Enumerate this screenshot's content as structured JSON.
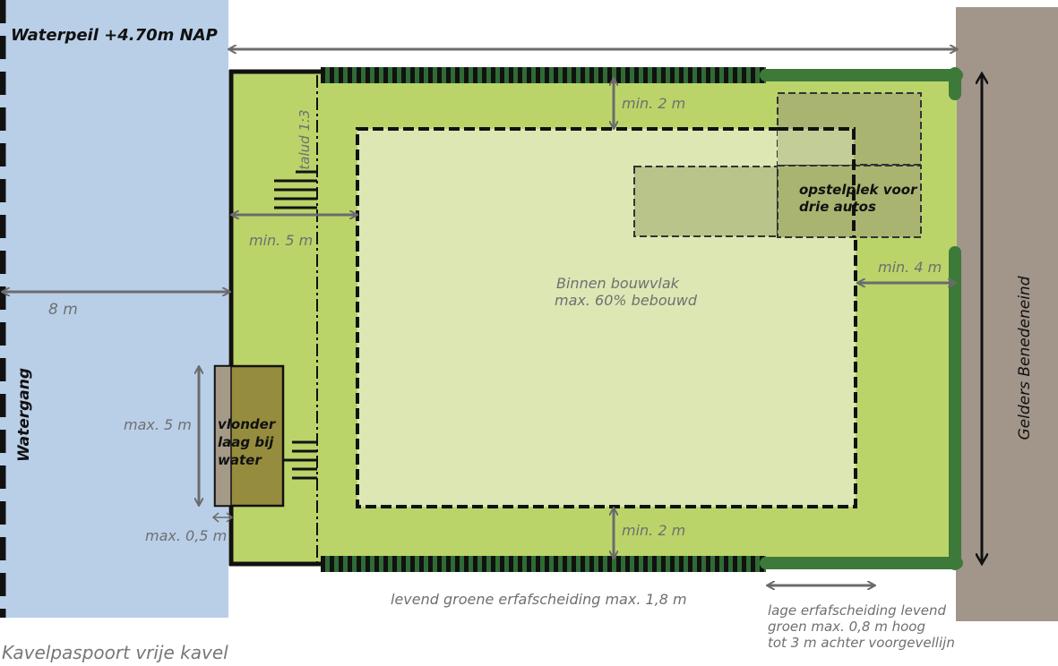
{
  "colors": {
    "water": "#b9cfe8",
    "lot": "#bad46a",
    "build_area": "#dce7b4",
    "parking": "#a8b470",
    "parking_light": "#b8c48a",
    "deck": "#958c3e",
    "road": "#a2958a",
    "hedge": "#2f6b34",
    "hedge_low": "#3d7a3a",
    "arrow": "#6b6b6b"
  },
  "labels": {
    "waterpeil": "Waterpeil +4.70m NAP",
    "watergang": "Watergang",
    "distance_8m": "8 m",
    "talud": "talud 1:3",
    "min_5m": "min. 5 m",
    "min_2m_top": "min. 2 m",
    "min_2m_bottom": "min. 2 m",
    "min_4m": "min. 4 m",
    "bouwvlak_line1": "Binnen bouwvlak",
    "bouwvlak_line2": "max. 60% bebouwd",
    "parking_line1": "opstelplek voor",
    "parking_line2": "drie autos",
    "max_5m": "max. 5 m",
    "vlonder_line1": "vlonder",
    "vlonder_line2": "laag bij",
    "vlonder_line3": "water",
    "max_05m": "max. 0,5 m",
    "erfscheiding": "levend groene erfafscheiding max. 1,8 m",
    "lage_line1": "lage erfafscheiding levend",
    "lage_line2": "groen max. 0,8 m hoog",
    "lage_line3": "tot 3 m achter voorgevellijn",
    "road": "Gelders Benedeneind",
    "caption": "Kavelpaspoort vrije kavel"
  }
}
